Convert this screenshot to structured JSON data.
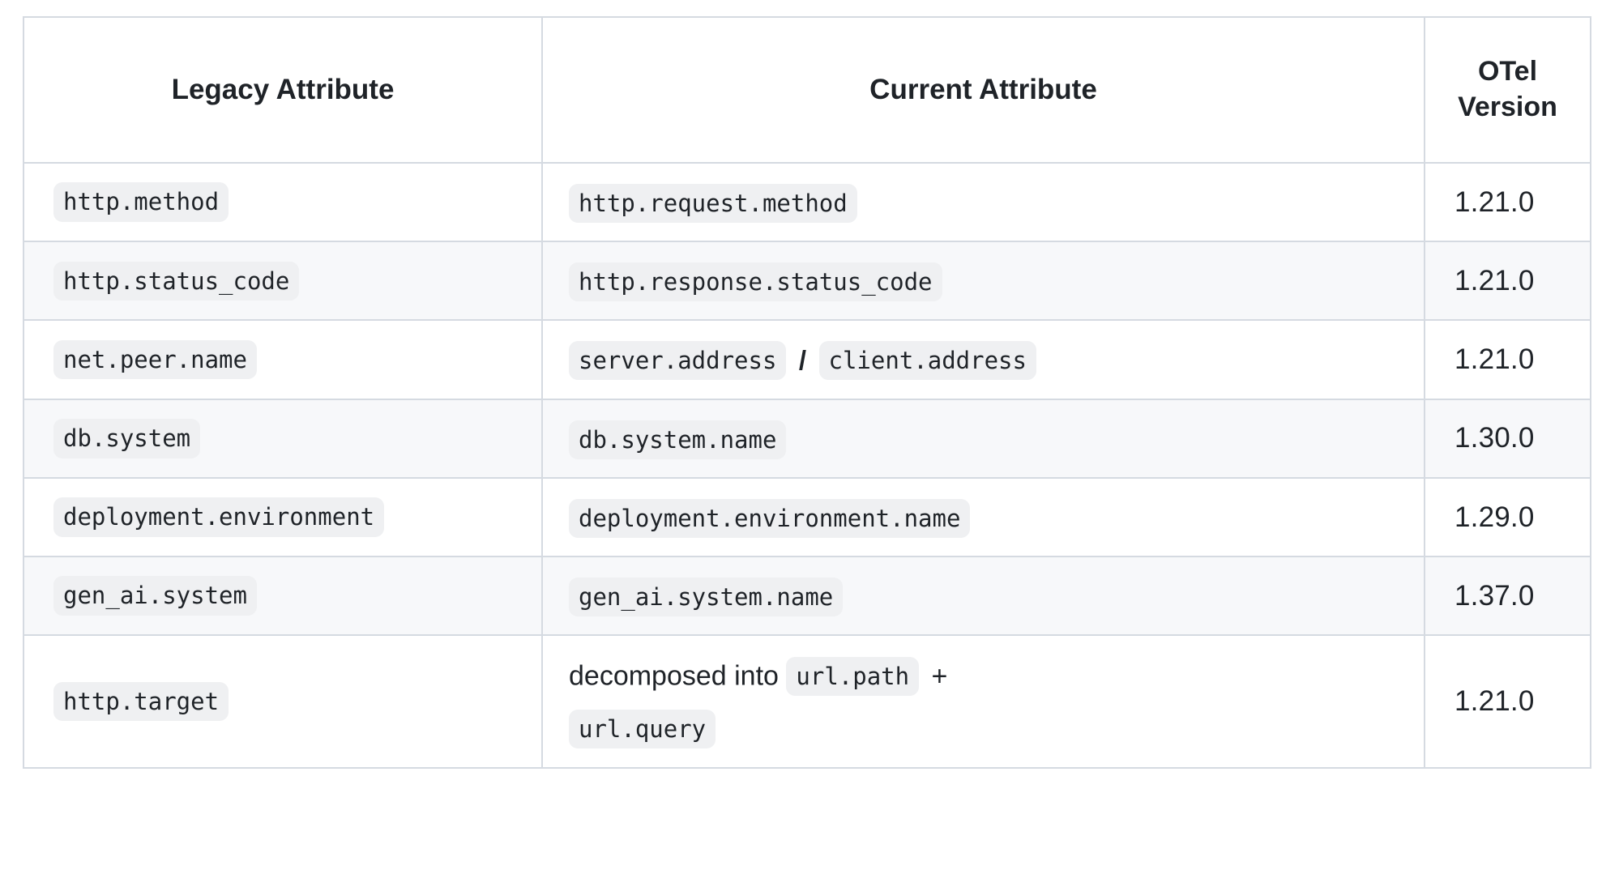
{
  "table": {
    "columns": [
      {
        "id": "legacy",
        "label": "Legacy Attribute"
      },
      {
        "id": "current",
        "label": "Current Attribute"
      },
      {
        "id": "version",
        "label_line1": "OTel",
        "label_line2": "Version"
      }
    ],
    "rows": [
      {
        "legacy": "http.method",
        "current_parts": [
          {
            "type": "code",
            "text": "http.request.method"
          }
        ],
        "version": "1.21.0",
        "zebra": false
      },
      {
        "legacy": "http.status_code",
        "current_parts": [
          {
            "type": "code",
            "text": "http.response.status_code"
          }
        ],
        "version": "1.21.0",
        "zebra": true
      },
      {
        "legacy": "net.peer.name",
        "current_parts": [
          {
            "type": "code",
            "text": "server.address"
          },
          {
            "type": "sep",
            "text": "/"
          },
          {
            "type": "code",
            "text": "client.address"
          }
        ],
        "version": "1.21.0",
        "zebra": false
      },
      {
        "legacy": "db.system",
        "current_parts": [
          {
            "type": "code",
            "text": "db.system.name"
          }
        ],
        "version": "1.30.0",
        "zebra": true
      },
      {
        "legacy": "deployment.environment",
        "current_parts": [
          {
            "type": "code",
            "text": "deployment.environment.name"
          }
        ],
        "version": "1.29.0",
        "zebra": false
      },
      {
        "legacy": "gen_ai.system",
        "current_parts": [
          {
            "type": "code",
            "text": "gen_ai.system.name"
          }
        ],
        "version": "1.37.0",
        "zebra": true
      },
      {
        "legacy": "http.target",
        "current_parts": [
          {
            "type": "text",
            "text": "decomposed into"
          },
          {
            "type": "code",
            "text": "url.path"
          },
          {
            "type": "plus",
            "text": "+"
          },
          {
            "type": "break"
          },
          {
            "type": "code",
            "text": "url.query"
          }
        ],
        "version": "1.21.0",
        "zebra": false,
        "tall": true
      }
    ]
  },
  "colors": {
    "border": "#d5dae1",
    "zebra_row_background": "#f7f8fa",
    "chip_background": "#eff0f2",
    "text": "#1f2328",
    "page_background": "#ffffff"
  }
}
